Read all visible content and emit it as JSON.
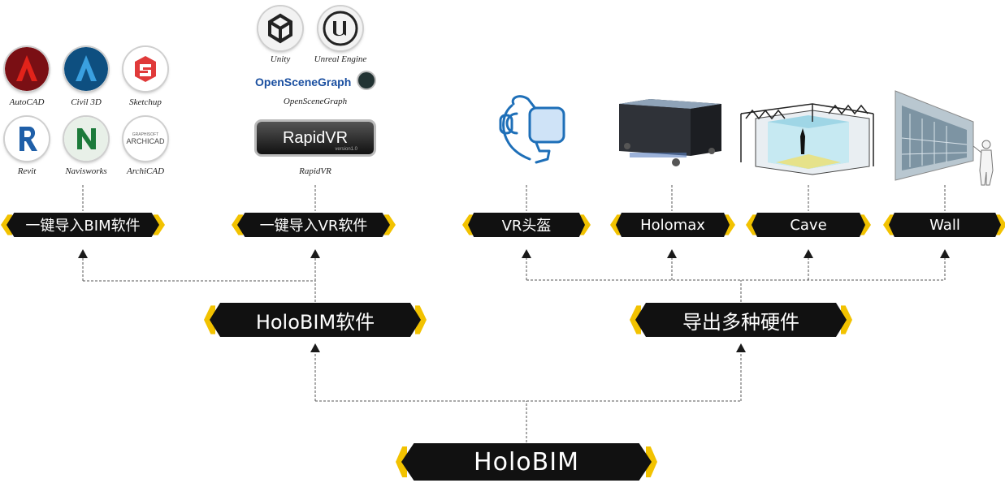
{
  "root": {
    "label": "HoloBIM"
  },
  "branches": [
    {
      "label": "HoloBIM软件"
    },
    {
      "label": "导出多种硬件"
    }
  ],
  "import_nodes": [
    {
      "label": "一键导入BIM软件"
    },
    {
      "label": "一键导入VR软件"
    }
  ],
  "hardware_nodes": [
    {
      "label": "VR头盔"
    },
    {
      "label": "Holomax"
    },
    {
      "label": "Cave"
    },
    {
      "label": "Wall"
    }
  ],
  "bim_software": [
    {
      "label": "AutoCAD",
      "icon": "autocad-icon",
      "color": "#c8102e"
    },
    {
      "label": "Civil 3D",
      "icon": "civil3d-icon",
      "color": "#1e88c8"
    },
    {
      "label": "Sketchup",
      "icon": "sketchup-icon",
      "color": "#e03a3a"
    },
    {
      "label": "Revit",
      "icon": "revit-icon",
      "color": "#1f5fa8"
    },
    {
      "label": "Navisworks",
      "icon": "navisworks-icon",
      "color": "#1c7a3a"
    },
    {
      "label": "ArchiCAD",
      "icon": "archicad-icon",
      "color": "#9a9a9a",
      "mark": "ARCHICAD",
      "mark_small": "GRAPHISOFT"
    }
  ],
  "vr_software": [
    {
      "label": "Unity",
      "icon": "unity-icon"
    },
    {
      "label": "Unreal Engine",
      "icon": "unreal-engine-icon"
    },
    {
      "label": "OpenSceneGraph",
      "icon": "openscenegraph-logo",
      "mark": "OpenSceneGraph"
    },
    {
      "label": "RapidVR",
      "icon": "rapidvr-logo",
      "mark": "RapidVR",
      "mark_small": "version1.0"
    }
  ],
  "colors": {
    "pill": "#111111",
    "accent": "#f2c200",
    "connector": "#555555",
    "vr_headset": "#1e6fb8"
  }
}
